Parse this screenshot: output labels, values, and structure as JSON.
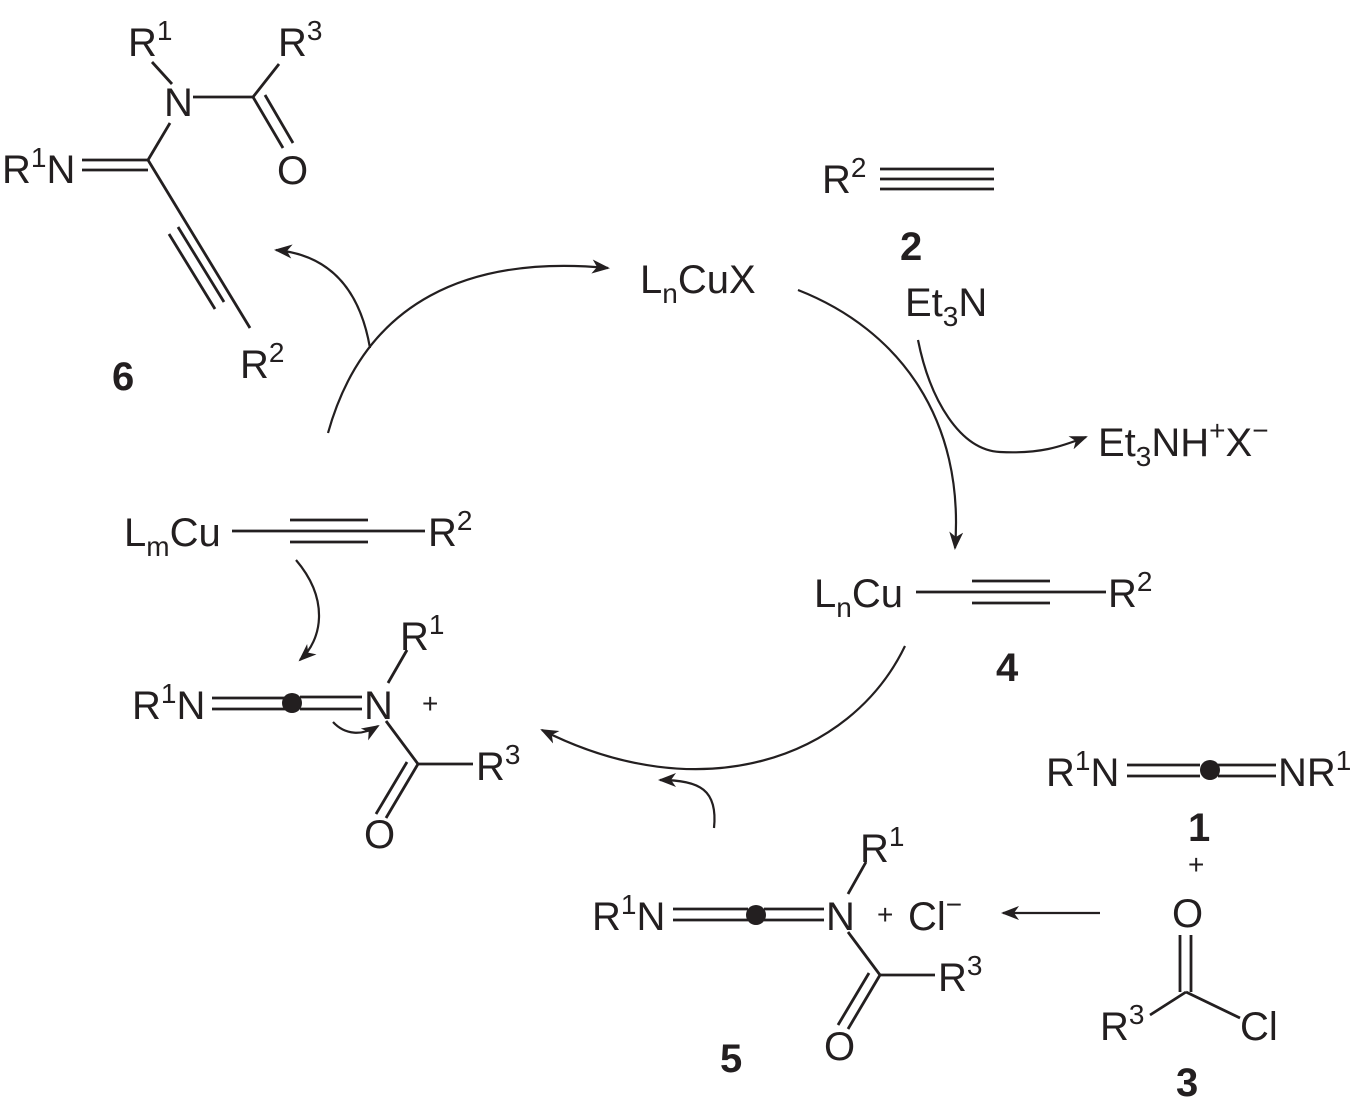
{
  "scheme": {
    "labels": {
      "c1": "1",
      "c2": "2",
      "c3": "3",
      "c4": "4",
      "c5": "5",
      "c6": "6"
    },
    "catalyst": {
      "base": "L",
      "sub": "n",
      "rest": "CuX"
    },
    "reagent_base": {
      "main1": "Et",
      "sub": "3",
      "main2": "N"
    },
    "byproduct": {
      "main1": "Et",
      "sub": "3",
      "main2": "NH",
      "sup1": "+",
      "main3": "X",
      "sup2": "−"
    },
    "acetylide_4": {
      "metal": "Cu",
      "ligand": "L",
      "ligand_sub": "n"
    },
    "acetylide_m": {
      "metal": "Cu",
      "ligand": "L",
      "ligand_sub": "m"
    },
    "substituents": {
      "R": "R",
      "one": "1",
      "two": "2",
      "three": "3"
    },
    "atoms": {
      "N": "N",
      "O": "O",
      "Cl": "Cl",
      "NR": "NR"
    },
    "ions": {
      "chloride": "Cl",
      "minus": "−",
      "plus": "+"
    }
  }
}
